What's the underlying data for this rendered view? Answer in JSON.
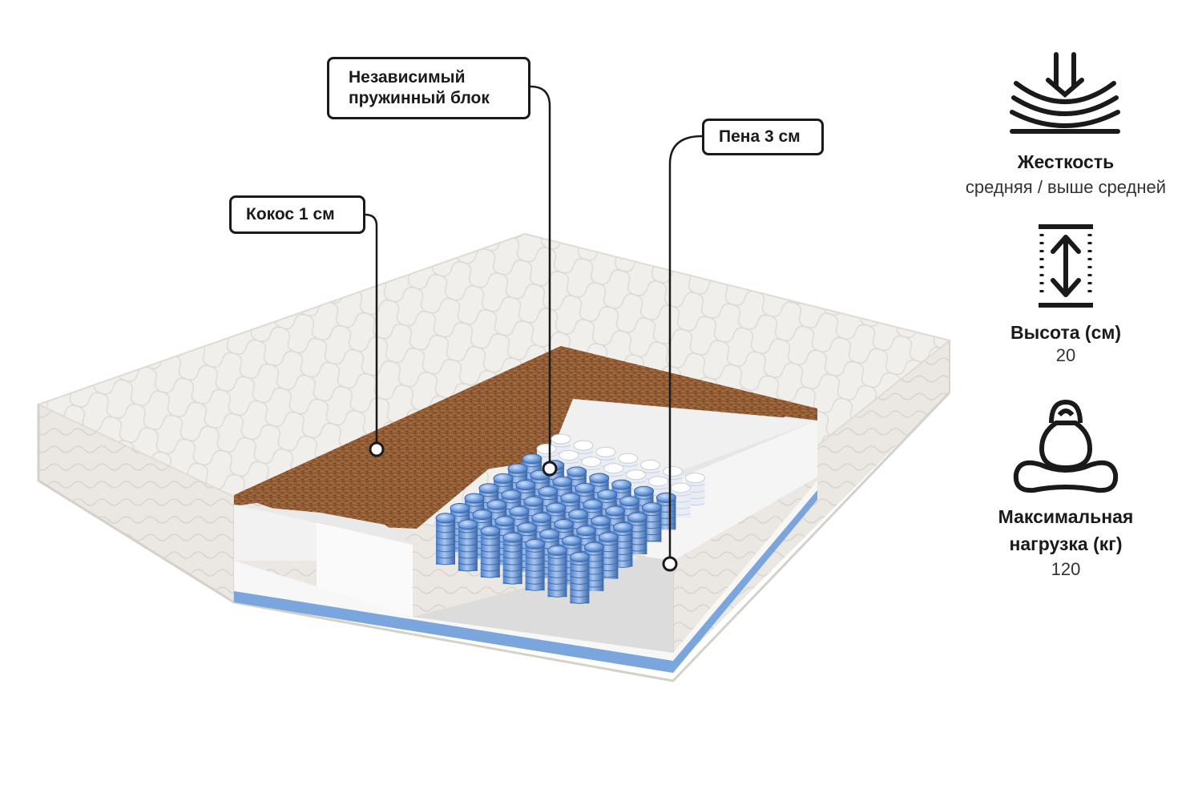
{
  "callouts": {
    "coconut": "Кокос 1 см",
    "springs_line1": "Независимый",
    "springs_line2": "пружинный блок",
    "foam": "Пена 3 см"
  },
  "specs": {
    "firmness": {
      "title": "Жесткость",
      "value": "средняя / выше средней",
      "icon": "firmness-compression-icon"
    },
    "height": {
      "title": "Высота (см)",
      "value": "20",
      "icon": "height-arrow-icon"
    },
    "load": {
      "title_line1": "Максимальная",
      "title_line2": "нагрузка (кг)",
      "value": "120",
      "icon": "kettlebell-load-icon"
    }
  },
  "colors": {
    "cover": "#efedea",
    "coconut": "#8f5a33",
    "foam": "#f4f4f4",
    "springs": "#5b8fd6",
    "base_stripe": "#7aa5dd",
    "outline": "#1a1a1a"
  }
}
